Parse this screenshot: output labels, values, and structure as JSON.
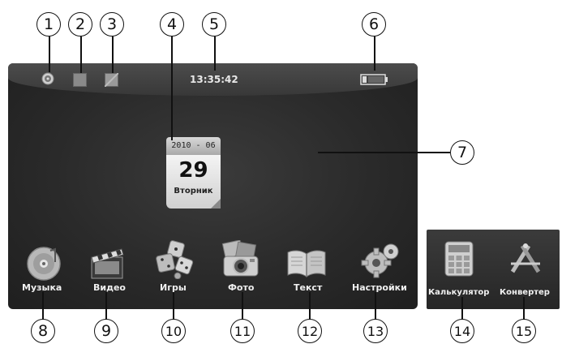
{
  "callouts": [
    "1",
    "2",
    "3",
    "4",
    "5",
    "6",
    "7",
    "8",
    "9",
    "10",
    "11",
    "12",
    "13",
    "14",
    "15"
  ],
  "statusbar": {
    "time": "13:35:42"
  },
  "calendar": {
    "year_month": "2010 - 06",
    "day": "29",
    "weekday": "Вторник"
  },
  "dock": {
    "items": [
      {
        "label": "Музыка",
        "icon": "music-disc-icon"
      },
      {
        "label": "Видео",
        "icon": "clapperboard-icon"
      },
      {
        "label": "Игры",
        "icon": "dice-icon"
      },
      {
        "label": "Фото",
        "icon": "camera-icon"
      },
      {
        "label": "Текст",
        "icon": "book-icon"
      },
      {
        "label": "Настройки",
        "icon": "gear-icon"
      }
    ]
  },
  "extra_panel": {
    "items": [
      {
        "label": "Калькулятор",
        "icon": "calculator-icon"
      },
      {
        "label": "Конвертер",
        "icon": "converter-icon"
      }
    ]
  }
}
